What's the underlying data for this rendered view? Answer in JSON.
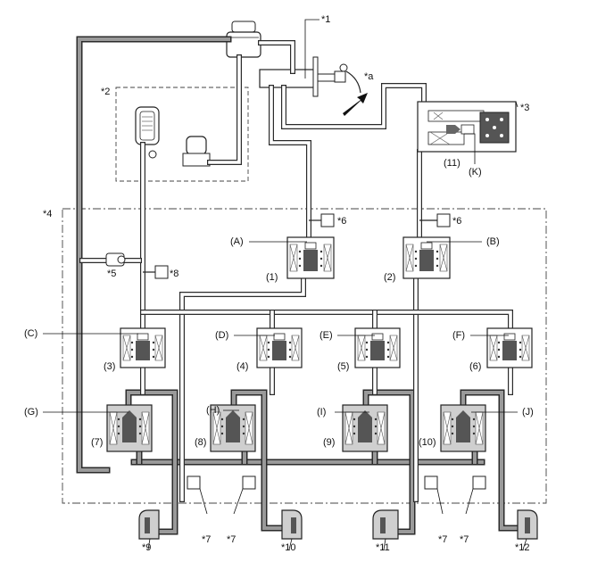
{
  "callouts": {
    "n1": "*1",
    "n2": "*2",
    "n3": "*3",
    "n4": "*4",
    "n5": "*5",
    "n6a": "*6",
    "n6b": "*6",
    "n7a": "*7",
    "n7b": "*7",
    "n7c": "*7",
    "n7d": "*7",
    "n8": "*8",
    "n9": "*9",
    "n10": "*10",
    "n11": "*11",
    "n12": "*12",
    "na": "*a"
  },
  "valves": {
    "v1": "(1)",
    "v2": "(2)",
    "v3": "(3)",
    "v4": "(4)",
    "v5": "(5)",
    "v6": "(6)",
    "v7": "(7)",
    "v8": "(8)",
    "v9": "(9)",
    "v10": "(10)",
    "v11": "(11)"
  },
  "ports": {
    "A": "(A)",
    "B": "(B)",
    "C": "(C)",
    "D": "(D)",
    "E": "(E)",
    "F": "(F)",
    "G": "(G)",
    "H": "(H)",
    "I": "(I)",
    "J": "(J)",
    "K": "(K)"
  },
  "colors": {
    "line": "#2b2b2b",
    "fluid": "#9a9a9a",
    "housing": "#cfcfcf",
    "plunger": "#555555"
  }
}
